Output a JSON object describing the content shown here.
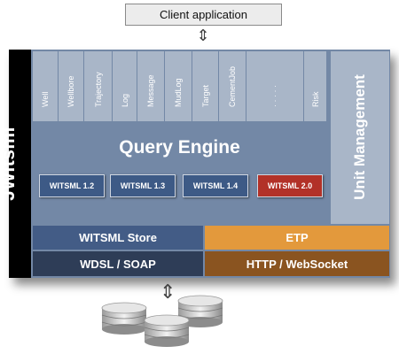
{
  "client": {
    "label": "Client application"
  },
  "brand": {
    "label": "JWitsml"
  },
  "columns": [
    "Well",
    "Wellbore",
    "Trajectory",
    "Log",
    "Message",
    "MudLog",
    "Target",
    "CementJob",
    "· · · · ·",
    "Risk"
  ],
  "query_engine": {
    "title": "Query Engine"
  },
  "versions": [
    "WITSML 1.2",
    "WITSML 1.3",
    "WITSML 1.4",
    "WITSML 2.0"
  ],
  "unit_management": {
    "label": "Unit Management"
  },
  "layers": {
    "witsml_store": "WITSML Store",
    "wsdl_soap": "WDSL / SOAP",
    "etp": "ETP",
    "http_websocket": "HTTP / WebSocket"
  },
  "colors": {
    "frame": "#7388a6",
    "column_fill": "#a9b6c8",
    "version_box": "#3d5a86",
    "version_highlight": "#b23128",
    "witsml_store": "#435c86",
    "wsdl_soap": "#2e3d57",
    "etp": "#e3993c",
    "http_websocket": "#8a5420"
  }
}
